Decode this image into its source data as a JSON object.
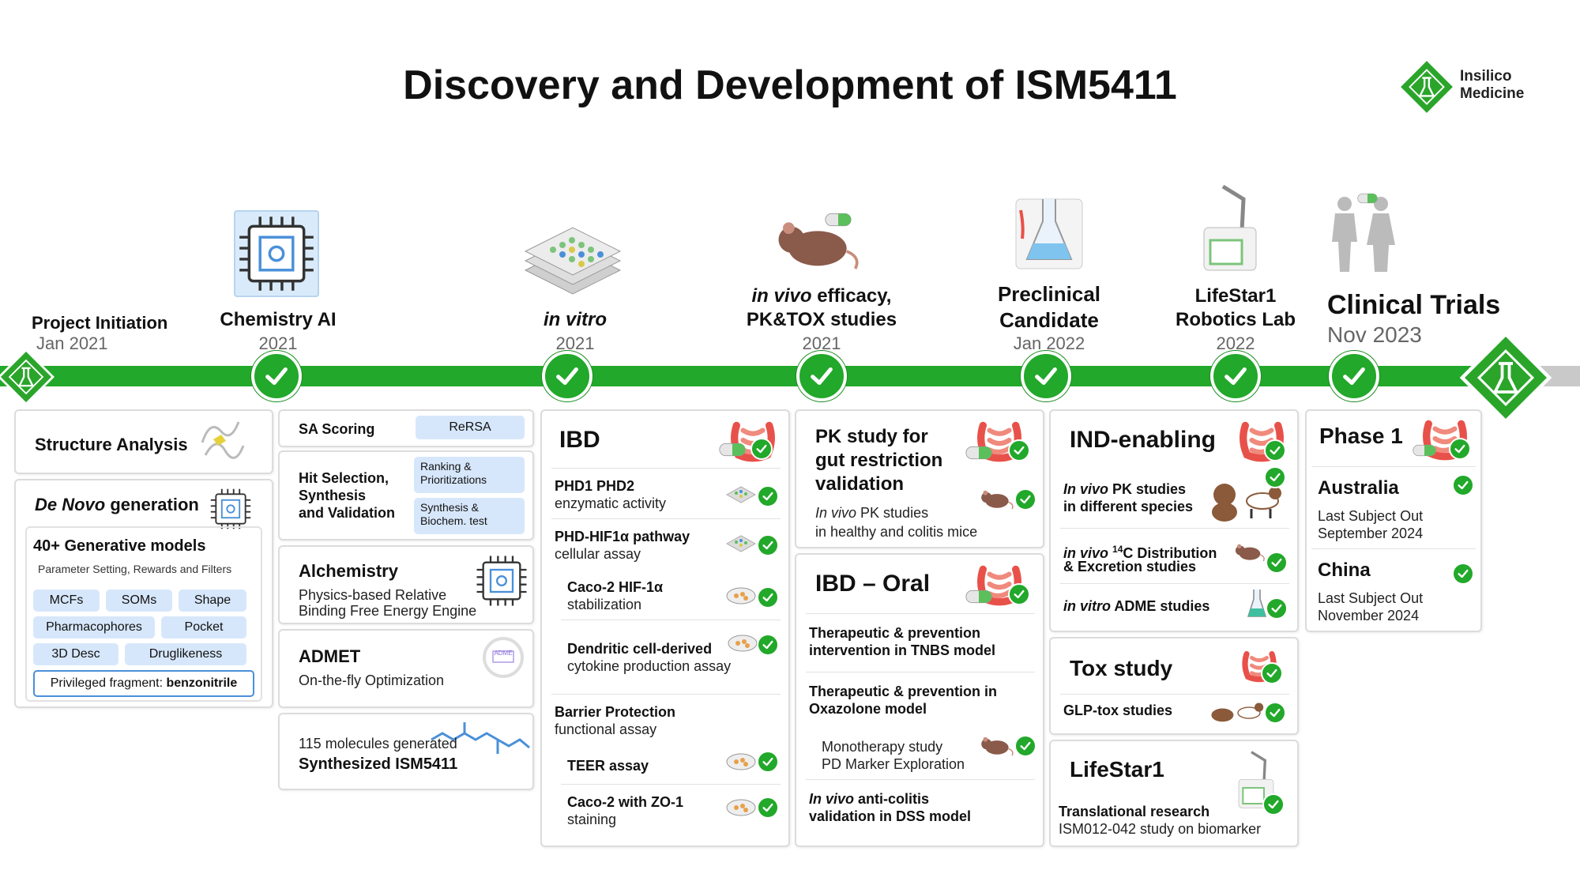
{
  "title": "Discovery and Development of ISM5411",
  "logo": {
    "line1": "Insilico",
    "line2": "Medicine"
  },
  "colors": {
    "accent": "#22a82a",
    "chip": "#d7e7fb",
    "border": "#dcdcdc",
    "timeline_end": "#c9c9c9"
  },
  "milestones": [
    {
      "label": "Project Initiation",
      "date": "Jan 2021"
    },
    {
      "label": "Chemistry AI",
      "date": "2021"
    },
    {
      "label": "in vitro",
      "date": "2021"
    },
    {
      "label_italic": "in vivo",
      "label_rest": " efficacy,",
      "label2": "PK&TOX studies",
      "date": "2021"
    },
    {
      "label": "Preclinical",
      "label2": "Candidate",
      "date": "Jan 2022"
    },
    {
      "label": "LifeStar1",
      "label2": "Robotics Lab",
      "date": "2022"
    },
    {
      "label": "Clinical Trials",
      "date": "Nov 2023"
    }
  ],
  "col1": {
    "structure_analysis": "Structure Analysis",
    "de_novo_italic": "De Novo",
    "de_novo_rest": " generation",
    "gen_models": "40+ Generative models",
    "gen_sub": "Parameter Setting, Rewards and Filters",
    "chips": [
      "MCFs",
      "SOMs",
      "Shape",
      "Pharmacophores",
      "Pocket",
      "3D Desc",
      "Druglikeness"
    ],
    "frag_prefix": "Privileged fragment: ",
    "frag_bold": "benzonitrile"
  },
  "col2": {
    "sa_scoring": "SA Scoring",
    "rersa": "ReRSA",
    "hit_line1": "Hit Selection,",
    "hit_line2": "Synthesis",
    "hit_line3": "and Validation",
    "chip_rank1": "Ranking &",
    "chip_rank2": "Prioritizations",
    "chip_syn1": "Synthesis &",
    "chip_syn2": "Biochem. test",
    "alchemistry": "Alchemistry",
    "alch_sub1": "Physics-based Relative",
    "alch_sub2": "Binding Free Energy Engine",
    "admet": "ADMET",
    "admet_sub": "On-the-fly Optimization",
    "admet_icon_label": "ADME",
    "mol_gen": "115 molecules generated",
    "synth": "Synthesized ISM5411"
  },
  "col3": {
    "ibd": "IBD",
    "phd_1": "PHD1 PHD2",
    "phd_2": "enzymatic activity",
    "hif_1": "PHD-HIF1α pathway",
    "hif_2": "cellular assay",
    "caco_1": "Caco-2 HIF-1α",
    "caco_2": "stabilization",
    "dend_1": "Dendritic cell-derived",
    "dend_2": "cytokine production assay",
    "barrier_1": "Barrier Protection",
    "barrier_2": "functional assay",
    "teer": "TEER assay",
    "zo_1": "Caco-2 with ZO-1",
    "zo_2": "staining"
  },
  "col4": {
    "pk_1": "PK study for",
    "pk_2": "gut restriction",
    "pk_3": "validation",
    "pk_sub_italic": "In vivo",
    "pk_sub_rest": " PK studies",
    "pk_sub2": "in healthy and colitis mice",
    "ibd_oral": "IBD – Oral",
    "tnbs_1": "Therapeutic & prevention",
    "tnbs_2": "intervention in TNBS model",
    "oxa_1": "Therapeutic & prevention in",
    "oxa_2": "Oxazolone model",
    "mono_1": "Monotherapy study",
    "mono_2": "PD Marker Exploration",
    "dss_italic": "In vivo",
    "dss_rest": " anti-colitis",
    "dss_2": "validation in DSS model"
  },
  "col5": {
    "ind": "IND-enabling",
    "pk_italic": "In vivo",
    "pk_rest": " PK studies",
    "pk_2": "in different species",
    "c14_italic": "in vivo",
    "c14_mid": " ",
    "c14_sup": "14",
    "c14_rest": "C Distribution",
    "c14_2": "& Excretion studies",
    "adme_italic": "in vitro",
    "adme_rest": " ADME studies",
    "tox": "Tox study",
    "glp": "GLP-tox studies",
    "lifestar": "LifeStar1",
    "trans_1": "Translational research",
    "trans_2": "ISM012-042 study on biomarker"
  },
  "col6": {
    "phase": "Phase 1",
    "aus": "Australia",
    "aus_1": "Last Subject Out",
    "aus_2": "September 2024",
    "china": "China",
    "china_1": "Last Subject Out",
    "china_2": "November 2024"
  }
}
